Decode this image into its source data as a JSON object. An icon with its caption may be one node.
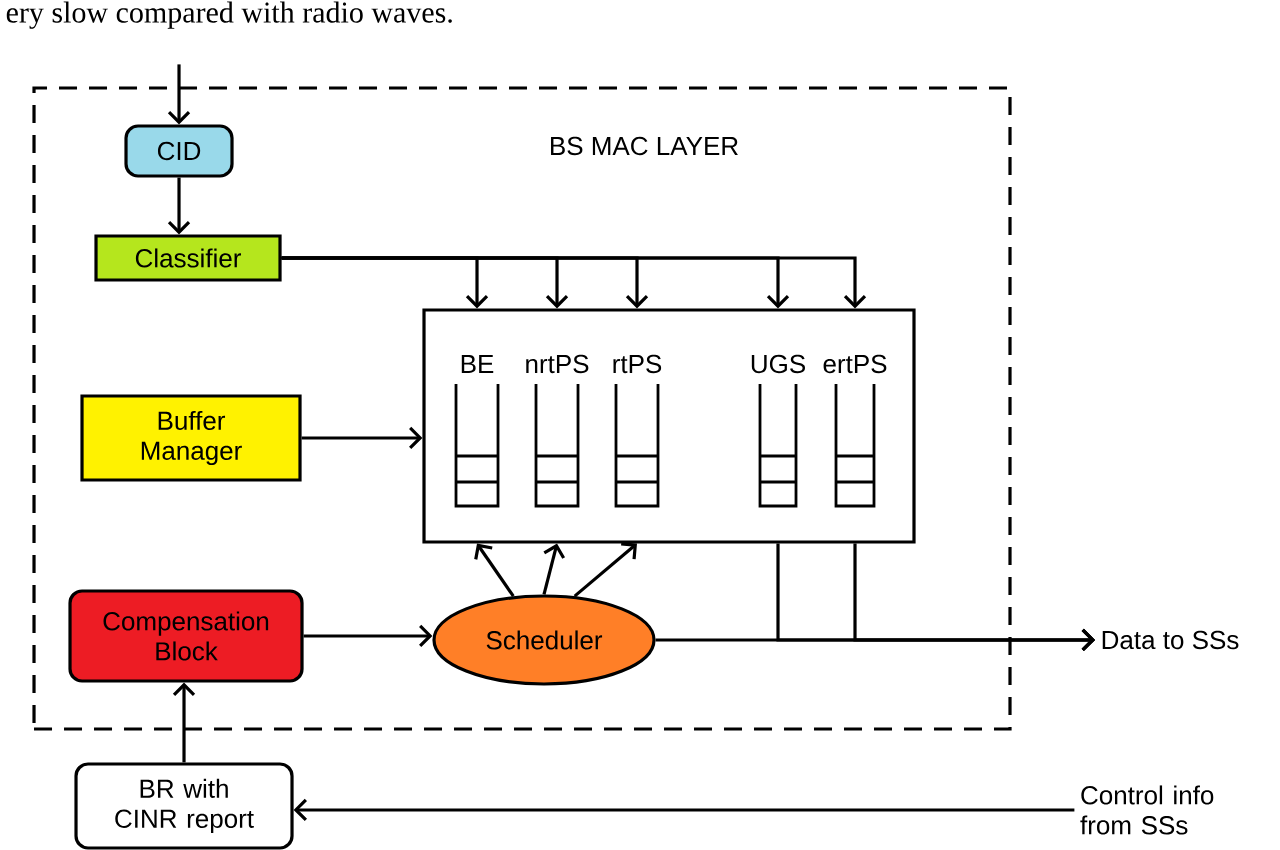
{
  "diagram": {
    "nodes": [
      {
        "text": [
          "BS MAC LAYER"
        ]
      },
      {
        "text": [
          "CID"
        ],
        "in": 0
      },
      {
        "text": [
          "Classifier"
        ],
        "in": 0
      },
      {
        "text": [],
        "shape": "box",
        "in": 0
      },
      {
        "text": [
          "BE"
        ],
        "in": 3
      },
      {
        "text": [
          "nrtPS"
        ],
        "in": 3
      },
      {
        "text": [
          "rtPS"
        ],
        "in": 3
      },
      {
        "text": [
          "UGS"
        ],
        "in": 3
      },
      {
        "text": [
          "ertPS"
        ],
        "in": 3
      },
      {
        "text": [
          "Buffer Manager"
        ],
        "in": 0
      },
      {
        "text": [
          "Compensation Block"
        ],
        "in": 0
      },
      {
        "text": [
          "Scheduler"
        ],
        "in": 0
      },
      {
        "text": [
          "Data to SSs"
        ]
      },
      {
        "text": [
          "BR with CINR report"
        ]
      },
      {
        "text": [
          "Control info from SSs"
        ]
      }
    ],
    "edges": [
      {
        "from": null,
        "to": 1,
        "arrow": "to"
      },
      {
        "from": 1,
        "to": 2,
        "arrow": "to"
      },
      {
        "from": 2,
        "to": 4,
        "arrow": "to"
      },
      {
        "from": 2,
        "to": 5,
        "arrow": "to"
      },
      {
        "from": 2,
        "to": 6,
        "arrow": "to"
      },
      {
        "from": 2,
        "to": 7,
        "arrow": "to"
      },
      {
        "from": 2,
        "to": 8,
        "arrow": "to"
      },
      {
        "from": 9,
        "to": 3,
        "arrow": "to"
      },
      {
        "from": 10,
        "to": 11,
        "arrow": "to"
      },
      {
        "from": 11,
        "to": 4,
        "arrow": "to"
      },
      {
        "from": 11,
        "to": 5,
        "arrow": "to"
      },
      {
        "from": 11,
        "to": 6,
        "arrow": "to"
      },
      {
        "from": 11,
        "to": 12,
        "arrow": "to"
      },
      {
        "from": 7,
        "to": 12,
        "arrow": "to"
      },
      {
        "from": 8,
        "to": 12,
        "arrow": "to"
      },
      {
        "from": 13,
        "to": 10,
        "arrow": "to"
      },
      {
        "from": 14,
        "to": 13,
        "arrow": "to"
      }
    ],
    "labels": [
      "ery slow compared with radio waves."
    ]
  }
}
